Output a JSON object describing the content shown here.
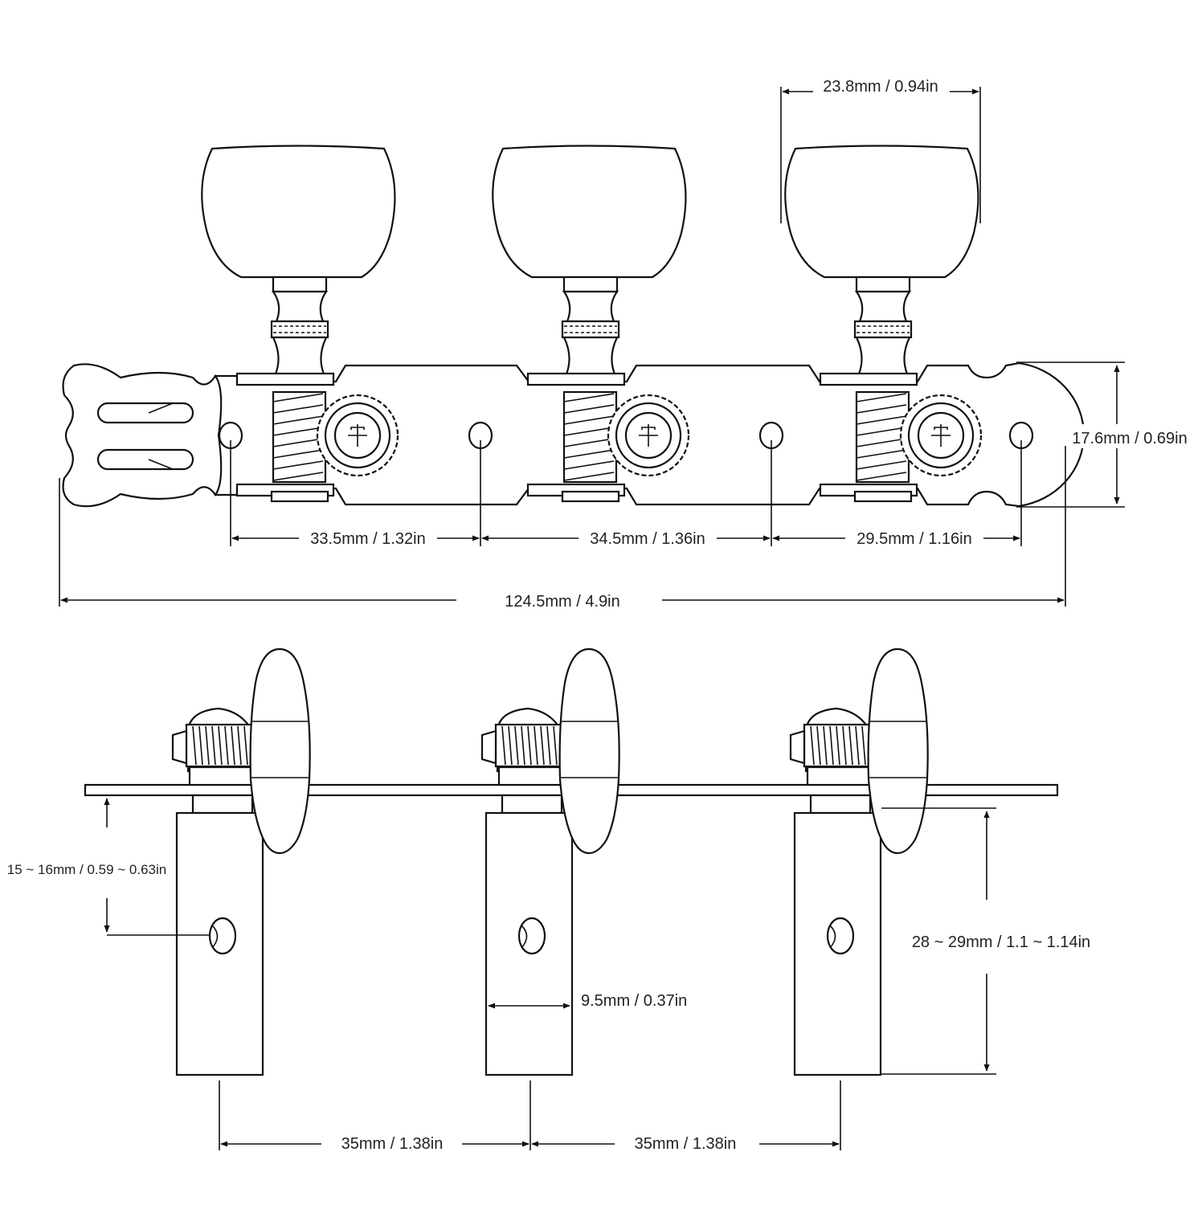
{
  "dimensions": {
    "knob_width": "23.8mm / 0.94in",
    "plate_height": "17.6mm / 0.69in",
    "hole_gap_1": "33.5mm / 1.32in",
    "hole_gap_2": "34.5mm / 1.36in",
    "hole_gap_3": "29.5mm / 1.16in",
    "total_length": "124.5mm / 4.9in",
    "post_offset": "15 ~ 16mm / 0.59 ~ 0.63in",
    "post_length": "28 ~ 29mm / 1.1 ~ 1.14in",
    "post_diameter": "9.5mm / 0.37in",
    "post_spacing_1": "35mm / 1.38in",
    "post_spacing_2": "35mm / 1.38in"
  }
}
